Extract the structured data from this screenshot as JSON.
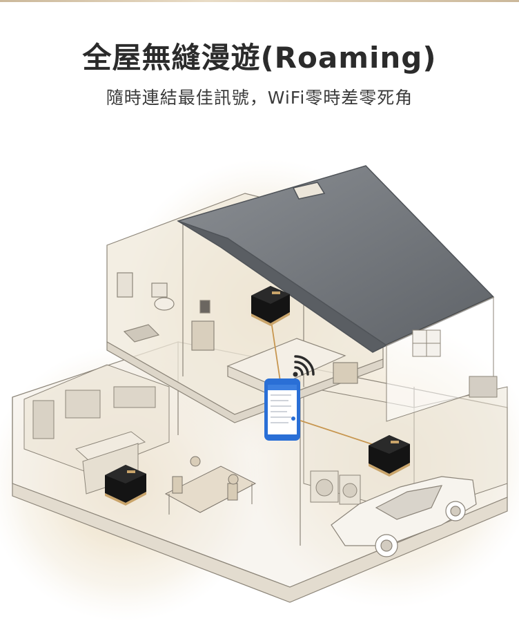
{
  "header": {
    "title": "全屋無縫漫遊(Roaming)",
    "subtitle": "隨時連結最佳訊號，WiFi零時差零死角"
  },
  "illustration": {
    "icons": [
      "house-cutaway",
      "mesh-router",
      "smartphone",
      "wifi-signal-icon",
      "car"
    ],
    "colors": {
      "roof": "#6f7378",
      "wall_fill": "#efe8da",
      "coverage_glow": "#e7d3ae",
      "router_body": "#1a1a1a",
      "router_accent": "#c9a46a",
      "phone_body": "#2a6fd6",
      "link_line": "#c7964f"
    }
  }
}
